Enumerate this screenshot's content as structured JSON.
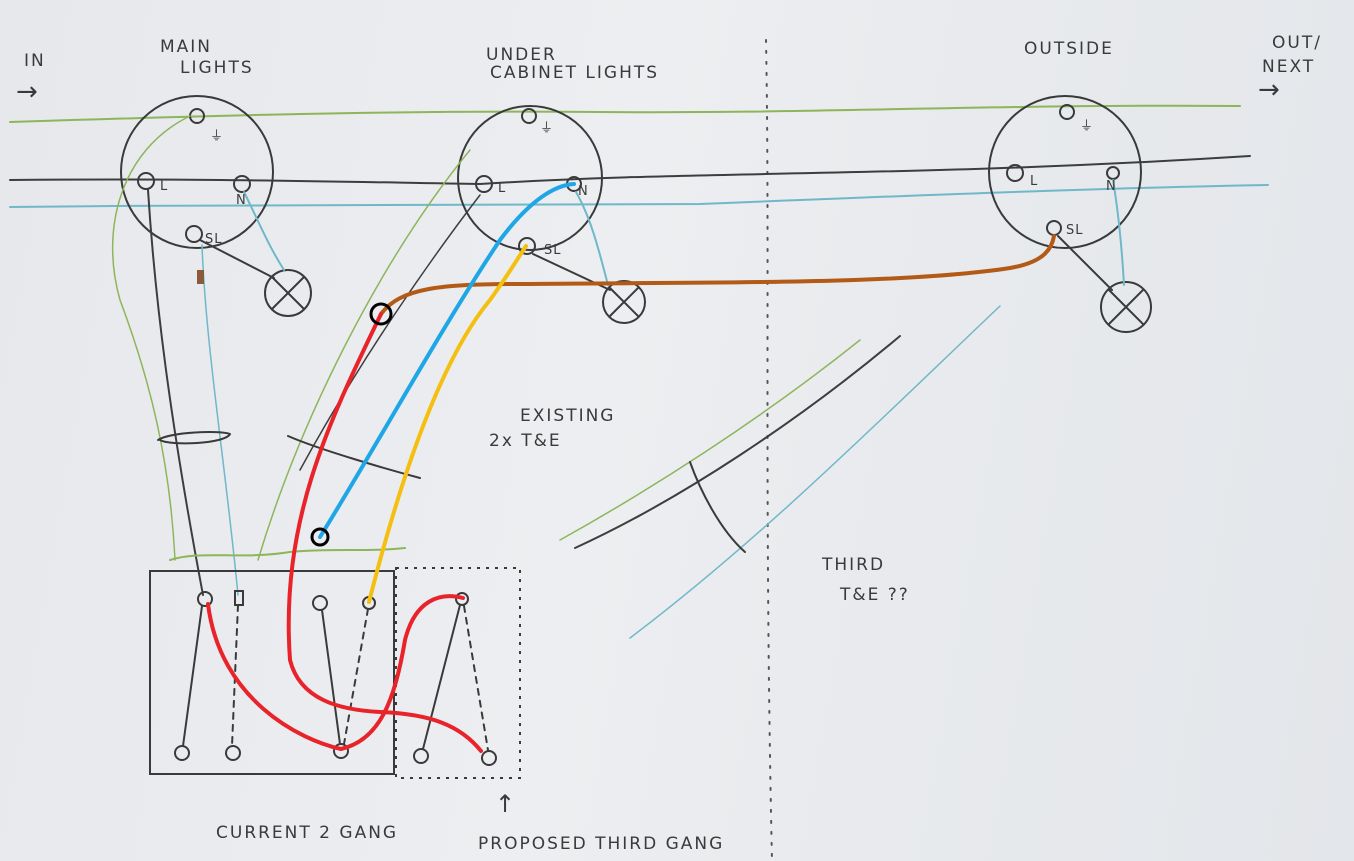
{
  "labels": {
    "in": "IN",
    "in_arrow": "→",
    "main_lights_1": "MAIN",
    "main_lights_2": "LIGHTS",
    "under_cabinet_1": "UNDER",
    "under_cabinet_2": "CABINET LIGHTS",
    "outside": "OUTSIDE",
    "out_next_1": "OUT/",
    "out_next_2": "NEXT",
    "out_arrow": "→",
    "existing_1": "EXISTING",
    "existing_2": "2x T&E",
    "third_1": "THIRD",
    "third_2": "T&E ??",
    "current_gang": "CURRENT  2 GANG",
    "proposed_gang": "PROPOSED  THIRD GANG",
    "proposed_arrow": "↑"
  },
  "terminals": {
    "earth": "⏚",
    "live": "L",
    "neutral": "N",
    "switched_live": "SL"
  },
  "colors": {
    "earth_green": "#8db55a",
    "live_grey": "#3d3d3d",
    "neutral_blue": "#6fb8c9",
    "red": "#e8242a",
    "bright_blue": "#1ea6e6",
    "yellow": "#f5bf12",
    "brown": "#b35a16",
    "pen": "#3a3a3a"
  }
}
